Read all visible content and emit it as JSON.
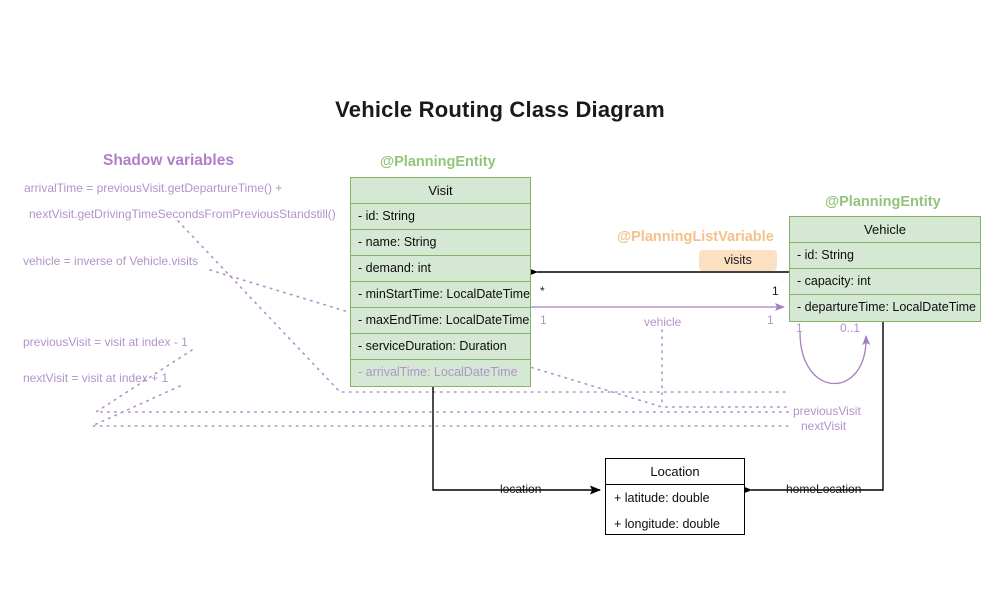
{
  "title": "Vehicle Routing Class Diagram",
  "colors": {
    "entity_fill": "#d5e8d4",
    "entity_border": "#82b366",
    "stereotype_green": "#93c47d",
    "stereotype_orange": "#f5c08a",
    "shadow_purple": "#b293c9",
    "section_title_purple": "#b07fca",
    "badge_fill": "#fce0c2",
    "plain_border": "#000000"
  },
  "classes": {
    "visit": {
      "stereotype": "@PlanningEntity",
      "name": "Visit",
      "attributes": [
        {
          "text": "- id: String",
          "shadow": false
        },
        {
          "text": "- name: String",
          "shadow": false
        },
        {
          "text": "- demand: int",
          "shadow": false
        },
        {
          "text": "- minStartTime: LocalDateTime",
          "shadow": false
        },
        {
          "text": "- maxEndTime: LocalDateTime",
          "shadow": false
        },
        {
          "text": "- serviceDuration: Duration",
          "shadow": false
        },
        {
          "text": "- arrivalTime: LocalDateTime",
          "shadow": true
        }
      ]
    },
    "vehicle": {
      "stereotype": "@PlanningEntity",
      "name": "Vehicle",
      "attributes": [
        {
          "text": "- id: String",
          "shadow": false
        },
        {
          "text": "- capacity: int",
          "shadow": false
        },
        {
          "text": "- departureTime: LocalDateTime",
          "shadow": false
        }
      ]
    },
    "location": {
      "name": "Location",
      "attributes": [
        {
          "text": "+ latitude: double",
          "shadow": false
        },
        {
          "text": "+ longitude: double",
          "shadow": false
        }
      ]
    }
  },
  "planning_list_variable": {
    "stereotype": "@PlanningListVariable",
    "badge_label": "visits"
  },
  "shadow_variables": {
    "section_title": "Shadow variables",
    "lines": [
      "arrivalTime = previousVisit.getDepartureTime() +",
      "nextVisit.getDrivingTimeSecondsFromPreviousStandstill()",
      "vehicle = inverse of Vehicle.visits",
      "previousVisit = visit at index - 1",
      "nextVisit = visit at index + 1"
    ]
  },
  "relationships": {
    "visits": {
      "label": "visits",
      "source_multiplicity": "1",
      "target_multiplicity": "*"
    },
    "vehicle": {
      "label": "vehicle",
      "source_multiplicity": "1",
      "target_multiplicity": "1"
    },
    "visit_chain": {
      "left_multiplicity": "1",
      "right_multiplicity": "0..1"
    },
    "previous_visit": {
      "label": "previousVisit"
    },
    "next_visit": {
      "label": "nextVisit"
    },
    "location": {
      "label": "location"
    },
    "home_location": {
      "label": "homeLocation"
    }
  }
}
